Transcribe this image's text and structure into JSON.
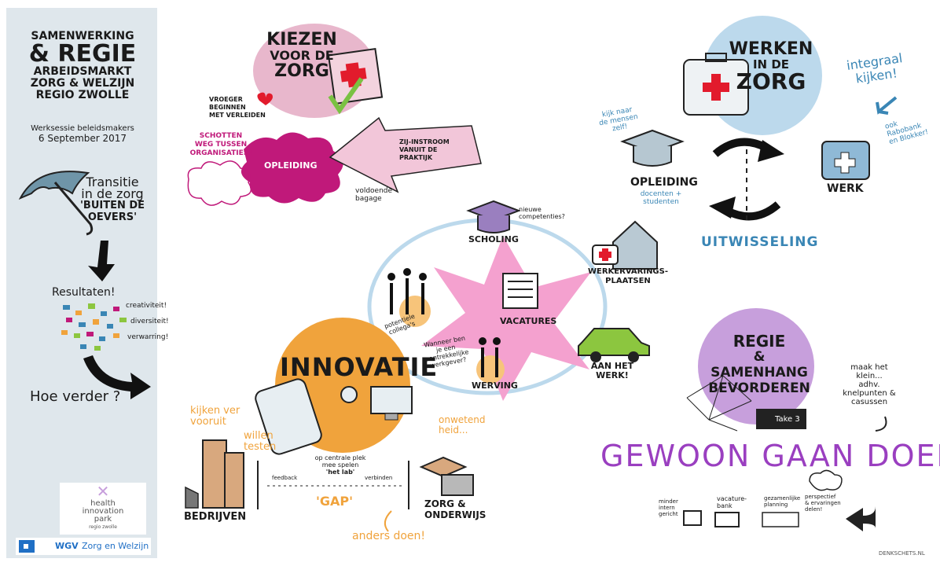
{
  "sidebar": {
    "title_lines": [
      "SAMENWERKING",
      "& REGIE",
      "ARBEIDSMARKT",
      "ZORG & WELZIJN",
      "REGIO ZWOLLE"
    ],
    "session_lines": [
      "Werksessie beleidsmakers",
      "6 September 2017"
    ],
    "transition_lines": [
      "Transitie",
      "in de zorg",
      "'BUITEN DE",
      "OEVERS'"
    ],
    "results_title": "Resultaten!",
    "results_items": [
      "creativiteit!",
      "diversiteit!",
      "verwarring!"
    ],
    "question": "Hoe verder ?",
    "logo_lines": [
      "health",
      "innovation",
      "park",
      "regio zwolle"
    ],
    "wgv_prefix": "WGV",
    "wgv_text": "Zorg en Welzijn"
  },
  "kiezen": {
    "title_lines": [
      "KIEZEN",
      "VOOR DE",
      "ZORG"
    ],
    "vroeger_lines": [
      "VROEGER",
      "BEGINNEN",
      "MET VERLEIDEN"
    ],
    "schotten_lines": [
      "SCHOTTEN",
      "WEG TUSSEN",
      "ORGANISATIES!"
    ],
    "opleiding": "OPLEIDING",
    "zij_lines": [
      "ZIJ-INSTROOM",
      "VANUIT DE",
      "PRAKTIJK"
    ],
    "bagage_lines": [
      "voldoende",
      "bagage"
    ]
  },
  "werken": {
    "title_lines": [
      "WERKEN",
      "IN DE",
      "ZORG"
    ],
    "kijk_lines": [
      "kijk naar",
      "de mensen",
      "zelf!"
    ],
    "opleiding": "OPLEIDING",
    "docenten_lines": [
      "docenten +",
      "studenten"
    ],
    "integraal_lines": [
      "integraal",
      "kijken!"
    ],
    "ook_lines": [
      "ook",
      "Rabobank",
      "en Blokker!"
    ],
    "werk": "WERK",
    "uitwisseling": "UITWISSELING"
  },
  "star": {
    "scholing": "SCHOLING",
    "competenties_lines": [
      "nieuwe",
      "competenties?"
    ],
    "werkervaring_lines": [
      "WERKERVARINGS-",
      "PLAATSEN"
    ],
    "vacatures": "VACATURES",
    "potentiele_lines": [
      "potentiele",
      "collega's"
    ],
    "wanneer_lines": [
      "Wanneer ben",
      "je een",
      "aantrekkelijke",
      "werkgever?"
    ],
    "werving": "WERVING",
    "aanhet_lines": [
      "AAN HET",
      "WERK!"
    ]
  },
  "innovatie": {
    "title": "INNOVATIE",
    "kijken_lines": [
      "kijken ver",
      "vooruit"
    ],
    "willen_lines": [
      "willen",
      "testen"
    ],
    "lab_lines": [
      "op centrale plek",
      "mee spelen",
      "'het lab'"
    ],
    "feedback": "feedback",
    "verbinden": "verbinden",
    "onwetend_lines": [
      "onwetend",
      "heid..."
    ],
    "gap": "'GAP'",
    "bedrijven": "BEDRIJVEN",
    "zorg_lines": [
      "ZORG &",
      "ONDERWIJS"
    ],
    "anders": "anders doen!"
  },
  "regie": {
    "title_lines": [
      "REGIE",
      "& SAMENHANG",
      "BEVORDEREN"
    ],
    "take": "Take 3",
    "maak_lines": [
      "maak het",
      "klein...",
      "adhv.",
      "knelpunten &",
      "casussen"
    ],
    "gewoon": "GEWOON GAAN DOEN!",
    "minder_lines": [
      "minder",
      "intern",
      "gericht"
    ],
    "vacaturebank_lines": [
      "vacature-",
      "bank"
    ],
    "planning_lines": [
      "gezamenlijke",
      "planning"
    ],
    "perspectief_lines": [
      "perspectief",
      "& ervaringen",
      "delen!"
    ]
  },
  "credit": "DENKSCHETS.NL",
  "colors": {
    "sidebar": "#dfe7ec",
    "pink": "#e8b7cc",
    "magenta": "#c0197a",
    "orange": "#f0a33c",
    "blue": "#3a86b5",
    "lightblue": "#bcd9ec",
    "purple": "#9a3fc0",
    "star": "#f4a1cf",
    "green": "#8cc63f"
  }
}
